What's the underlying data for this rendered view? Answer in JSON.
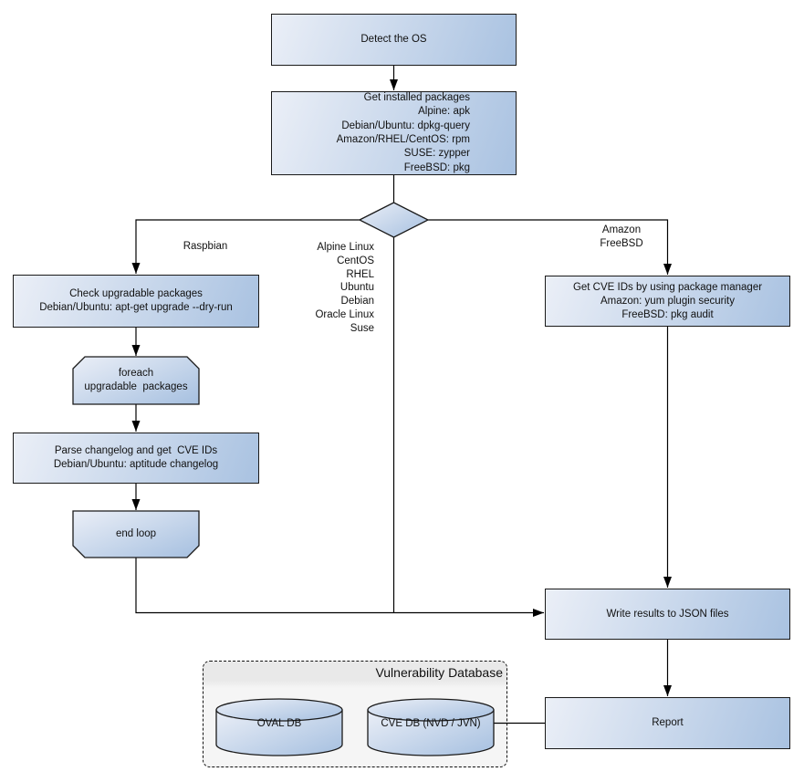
{
  "colors": {
    "node-fill-light": "#ebeff7",
    "node-fill-dark": "#a9c2e1",
    "node-border": "#1a1a1a",
    "connector": "#000000",
    "db-fill": "#f5f5f5",
    "db-header-fill": "#e9e9e9",
    "db-border": "#111111",
    "text": "#111111",
    "canvas-bg": "#ffffff"
  },
  "nodes": {
    "detect_os": {
      "shape": "process",
      "label": "Detect the OS"
    },
    "get_installed_packages": {
      "shape": "process",
      "label": "Get installed packages\nAlpine: apk\nDebian/Ubuntu: dpkg-query\nAmazon/RHEL/CentOS: rpm\nSUSE: zypper\nFreeBSD: pkg"
    },
    "os_decision": {
      "shape": "diamond",
      "label": ""
    },
    "check_upgradable": {
      "shape": "process",
      "label": "Check upgradable packages\nDebian/Ubuntu: apt-get upgrade --dry-run"
    },
    "foreach_loop_start": {
      "shape": "loop-start",
      "label": "foreach\nupgradable  packages"
    },
    "parse_changelog": {
      "shape": "process",
      "label": "Parse changelog and get  CVE IDs\nDebian/Ubuntu: aptitude changelog"
    },
    "end_loop": {
      "shape": "loop-end",
      "label": "end loop"
    },
    "get_cve_ids_pkg_manager": {
      "shape": "process",
      "label": "Get CVE IDs by using package manager\nAmazon: yum plugin security\nFreeBSD: pkg audit"
    },
    "write_results": {
      "shape": "process",
      "label": "Write results to JSON files"
    },
    "report": {
      "shape": "process",
      "label": "Report"
    },
    "oval_db": {
      "shape": "cylinder",
      "label": "OVAL DB"
    },
    "cve_db": {
      "shape": "cylinder",
      "label": "CVE DB (NVD / JVN)"
    }
  },
  "groups": {
    "vulnerability_database": {
      "title": "Vulnerability Database"
    }
  },
  "edge_labels": {
    "raspbian_branch": "Raspbian",
    "direct_os_branch": "Alpine Linux\nCentOS\nRHEL\nUbuntu\nDebian\nOracle Linux\nSuse",
    "pkg_manager_branch": "Amazon\nFreeBSD"
  }
}
